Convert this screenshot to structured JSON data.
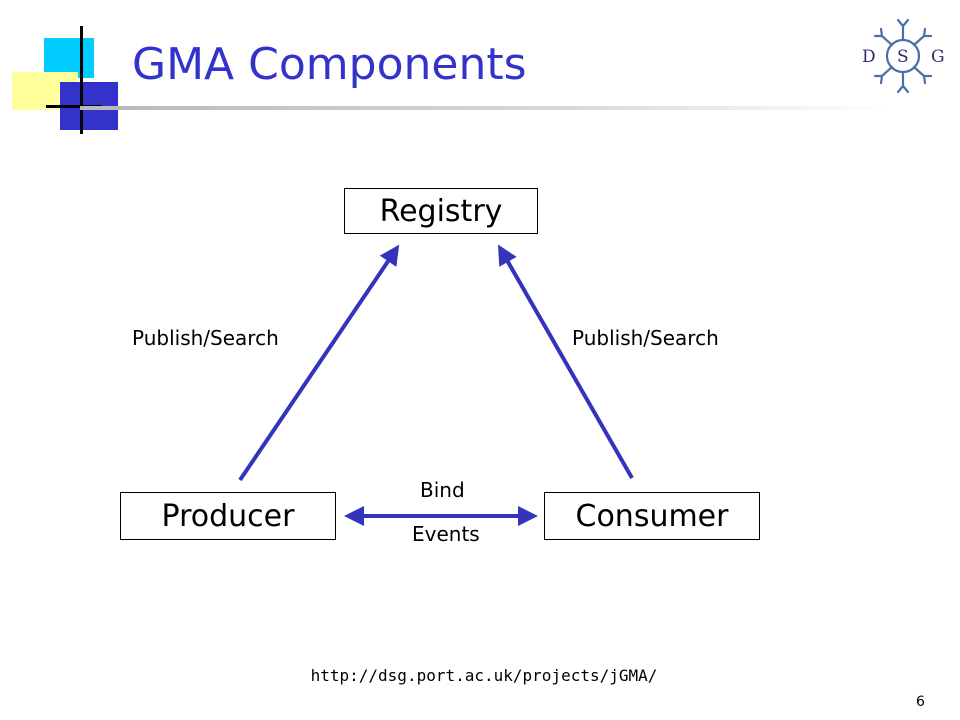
{
  "slide": {
    "title": "GMA Components",
    "logo_letters": [
      "D",
      "S",
      "G"
    ],
    "url": "http://dsg.port.ac.uk/projects/jGMA/",
    "page_number": "6"
  },
  "diagram": {
    "nodes": {
      "registry": "Registry",
      "producer": "Producer",
      "consumer": "Consumer"
    },
    "edges": {
      "producer_registry": "Publish/Search",
      "consumer_registry": "Publish/Search",
      "producer_consumer_top": "Bind",
      "producer_consumer_bottom": "Events"
    },
    "arrow_color": "#3333bb"
  },
  "colors": {
    "title": "#3333cc",
    "accent_cyan": "#00ccff",
    "accent_yellow": "#ffff99",
    "accent_blue": "#3333cc",
    "logo": "#4a6fa5"
  }
}
